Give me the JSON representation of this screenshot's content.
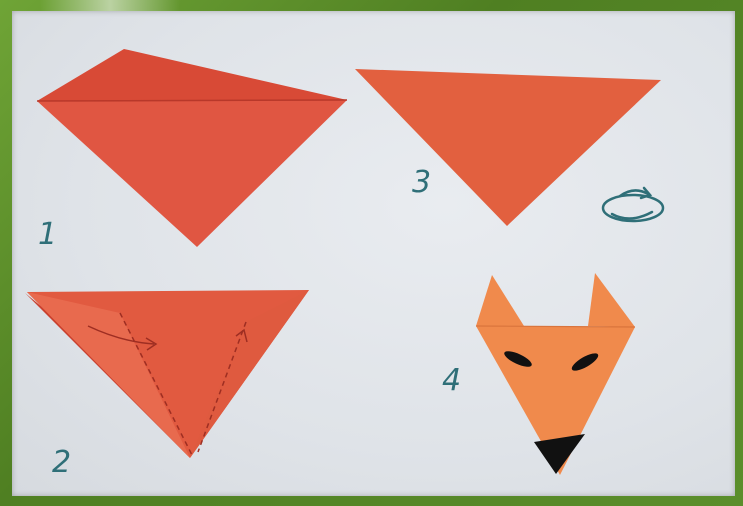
{
  "steps": [
    {
      "number": "1"
    },
    {
      "number": "2"
    },
    {
      "number": "3"
    },
    {
      "number": "4"
    }
  ],
  "icons": {
    "flip": "rotate-arrow-icon"
  },
  "colors": {
    "frame": "#5e8f2a",
    "paper_red": "#e0553f",
    "paper_orange": "#e2603f",
    "fox_orange": "#f08a4c",
    "marker": "#2f6f78"
  }
}
